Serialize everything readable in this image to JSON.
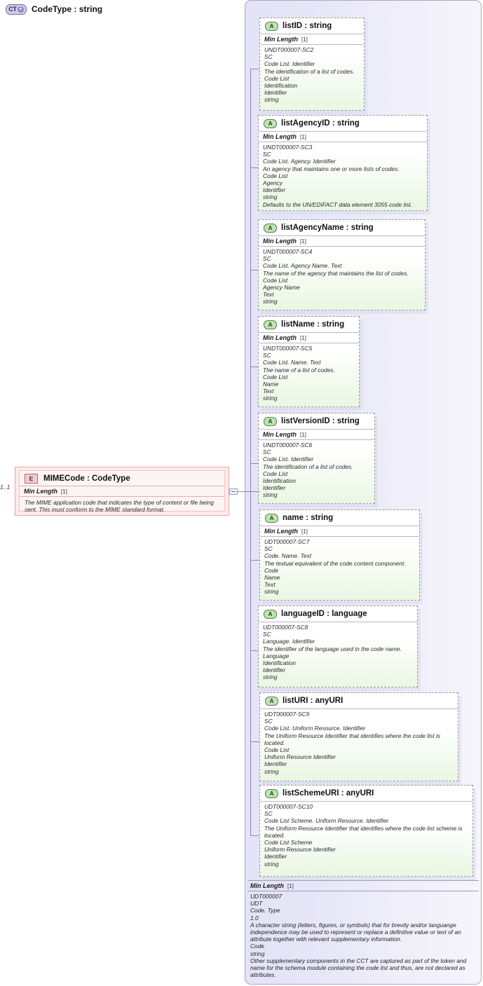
{
  "diagram": {
    "type": "xsd-schema-diagram",
    "colors": {
      "container_bg": "#e7e6f7",
      "container_border": "#a9a7cf",
      "attribute_bg": "#e9f7e2",
      "attribute_border": "#9a9a9a",
      "element_bg": "#fdeaea",
      "element_border": "#e3a9a9",
      "connector": "#8a88b5"
    }
  },
  "container": {
    "badge": "CT",
    "badge_plus": "+",
    "badge_icon_name": "complex-type-expand-icon",
    "title": "CodeType : string",
    "footer": {
      "facet_label": "Min Length",
      "facet_value": "[1]",
      "doc_lines": [
        "UDT000007",
        "UDT",
        "Code. Type",
        "1.0",
        "A character string (letters, figures, or symbols) that for brevity and/or languange independence may be used to represent or replace a definitive value or text of an attribute together with relevant supplementary information.",
        "Code",
        "string",
        "Other supplementary components in the CCT are captured as part of the token and name for the schema module containing the code list and thus, are not declared as attributes."
      ]
    }
  },
  "element": {
    "badge": "E",
    "badge_icon_name": "element-icon",
    "title": "MIMECode : CodeType",
    "facet_label": "Min Length",
    "facet_value": "[1]",
    "documentation": "The MIME application code that indicates the type of content or file being sent. This must conform to the MIME standard format.",
    "cardinality": "1..1",
    "collapse_toggle": "−"
  },
  "attributes": [
    {
      "badge": "A",
      "name": "listID",
      "spacer": "      ",
      "type": ": string",
      "facet_label": "Min Length",
      "facet_value": "[1]",
      "doc_lines": [
        "UNDT000007-SC2",
        "SC",
        "Code List. Identifier",
        "The identification of a list of codes.",
        "Code List",
        "Identification",
        "Identifier",
        "string"
      ]
    },
    {
      "badge": "A",
      "name": "listAgencyID",
      "spacer": " ",
      "type": ": string",
      "facet_label": "Min Length",
      "facet_value": "[1]",
      "doc_lines": [
        "UNDT000007-SC3",
        "SC",
        "Code List. Agency. Identifier",
        "An agency that maintains one or more lists of codes.",
        "Code List",
        "Agency",
        "Identifier",
        "string",
        "Defaults to the UN/EDIFACT data element 3055 code list."
      ]
    },
    {
      "badge": "A",
      "name": "listAgencyName",
      "spacer": " ",
      "type": ": string",
      "facet_label": "Min Length",
      "facet_value": "[1]",
      "doc_lines": [
        "UNDT000007-SC4",
        "SC",
        "Code List. Agency Name. Text",
        "The name of the agency that maintains the list of codes.",
        "Code List",
        "Agency Name",
        "Text",
        "string"
      ]
    },
    {
      "badge": "A",
      "name": "listName",
      "spacer": " ",
      "type": ": string",
      "facet_label": "Min Length",
      "facet_value": "[1]",
      "doc_lines": [
        "UNDT000007-SC5",
        "SC",
        "Code List. Name. Text",
        "The name of a list of codes.",
        "Code List",
        "Name",
        "Text",
        "string"
      ]
    },
    {
      "badge": "A",
      "name": "listVersionID",
      "spacer": " ",
      "type": ": string",
      "facet_label": "Min Length",
      "facet_value": "[1]",
      "doc_lines": [
        "UNDT000007-SC6",
        "SC",
        "Code List. Identifier",
        "The identification of a list of codes.",
        "Code List",
        "Identification",
        "Identifier",
        "string"
      ]
    },
    {
      "badge": "A",
      "name": "name",
      "spacer": "      ",
      "type": ": string",
      "facet_label": "Min Length",
      "facet_value": "[1]",
      "doc_lines": [
        "UDT000007-SC7",
        "SC",
        "Code. Name. Text",
        "The textual equivalent of the code content component.",
        "Code",
        "Name",
        "Text",
        "string"
      ]
    },
    {
      "badge": "A",
      "name": "languageID",
      "spacer": " ",
      "type": ": language",
      "facet_label": "",
      "facet_value": "",
      "doc_lines": [
        "UDT000007-SC8",
        "SC",
        "Language. Identifier",
        "The identifier of the language used in the code name.",
        "Language",
        "Identification",
        "Identifier",
        "string"
      ]
    },
    {
      "badge": "A",
      "name": "listURI",
      "spacer": "    ",
      "type": ": anyURI",
      "facet_label": "",
      "facet_value": "",
      "doc_lines": [
        "UDT000007-SC9",
        "SC",
        "Code List. Uniform Resource. Identifier",
        "The Uniform Resource Identifier that identifies where the code list is located.",
        "Code List",
        "Uniform Resource Identifier",
        "Identifier",
        "string"
      ]
    },
    {
      "badge": "A",
      "name": "listSchemeURI",
      "spacer": " ",
      "type": ": anyURI",
      "facet_label": "",
      "facet_value": "",
      "doc_lines": [
        "UDT000007-SC10",
        "SC",
        "Code List Scheme. Uniform Resource. Identifier",
        "The Uniform Resource Identifier that identifies where the code list scheme is located.",
        "Code List Scheme",
        "Uniform Resource Identifier",
        "Identifier",
        "string"
      ]
    }
  ]
}
